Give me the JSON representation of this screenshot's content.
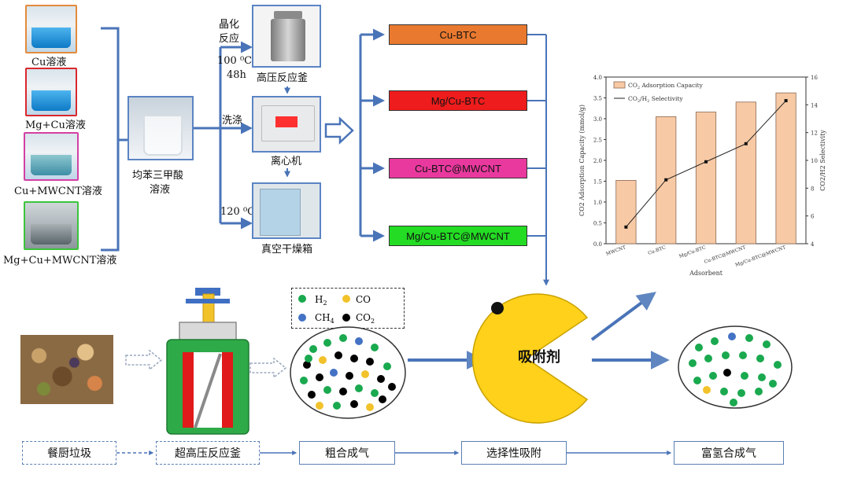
{
  "samples": [
    {
      "label": "Cu溶液",
      "border": "#e38b3b"
    },
    {
      "label": "Mg+Cu溶液",
      "border": "#d9272e"
    },
    {
      "label": "Cu+MWCNT溶液",
      "border": "#d43fa5"
    },
    {
      "label": "Mg+Cu+MWCNT溶液",
      "border": "#3bc43b"
    }
  ],
  "btc_label": "均苯三甲酸\n溶液",
  "btc_label_line1": "均苯三甲酸",
  "btc_label_line2": "溶液",
  "process": {
    "crystal_line1": "晶化",
    "crystal_line2": "反应",
    "temp1": "100 ⁰C",
    "time1": "48h",
    "wash": "洗涤",
    "temp2": "120 ⁰C",
    "autoclave": "高压反应釜",
    "centrifuge": "离心机",
    "oven": "真空干燥箱"
  },
  "products": [
    {
      "label": "Cu-BTC",
      "color": "#e9792f"
    },
    {
      "label": "Mg/Cu-BTC",
      "color": "#ee1c1c"
    },
    {
      "label": "Cu-BTC@MWCNT",
      "color": "#e9399f"
    },
    {
      "label": "Mg/Cu-BTC@MWCNT",
      "color": "#23dc23"
    }
  ],
  "legend_gas": {
    "h2": "H",
    "h2_sub": "2",
    "co": "CO",
    "ch4": "CH",
    "ch4_sub": "4",
    "co2": "CO",
    "co2_sub": "2"
  },
  "adsorbent_label": "吸附剂",
  "flow": {
    "step1": "餐厨垃圾",
    "step2": "超高压反应釜",
    "step3": "粗合成气",
    "step4": "选择性吸附",
    "step5": "富氢合成气"
  },
  "colors": {
    "arrow": "#4a74b8",
    "green": "#1aa94f",
    "yellow": "#f2c22b",
    "blue": "#4472c4",
    "pac": "#ffd11a",
    "bar": "#f7c9a4"
  },
  "chart_data": {
    "type": "bar",
    "categories": [
      "MWCNT",
      "Cu-BTC",
      "Mg/Cu-BTC",
      "Cu-BTC@MWCNT",
      "Mg/Cu-BTC@MWCNT"
    ],
    "series": [
      {
        "name": "CO2 Adsorption Capacity",
        "type": "bar",
        "values": [
          1.52,
          3.05,
          3.16,
          3.4,
          3.62
        ]
      },
      {
        "name": "CO2/H2 Selectivity",
        "type": "line",
        "values": [
          5.2,
          8.6,
          9.9,
          11.2,
          14.3
        ]
      }
    ],
    "legend_bar": "CO",
    "legend_bar_sub": "2",
    "legend_bar_rest": " Adsorption Capacity",
    "legend_line": "CO",
    "legend_line_sub": "2",
    "legend_line_mid": "/H",
    "legend_line_sub2": "2",
    "legend_line_rest": " Selectivity",
    "xlabel": "Adsorbent",
    "ylabel_left": "CO2 Adsorption Capacity (mmol/g)",
    "ylabel_right": "CO2/H2 Selectivity",
    "ylim": [
      0,
      4.0
    ],
    "ylim_right": [
      4,
      16
    ],
    "yticks": [
      "0.0",
      "0.5",
      "1.0",
      "1.5",
      "2.0",
      "2.5",
      "3.0",
      "3.5",
      "4.0"
    ],
    "yticks_right": [
      "4",
      "6",
      "8",
      "10",
      "12",
      "14",
      "16"
    ],
    "legend": "top-left"
  }
}
